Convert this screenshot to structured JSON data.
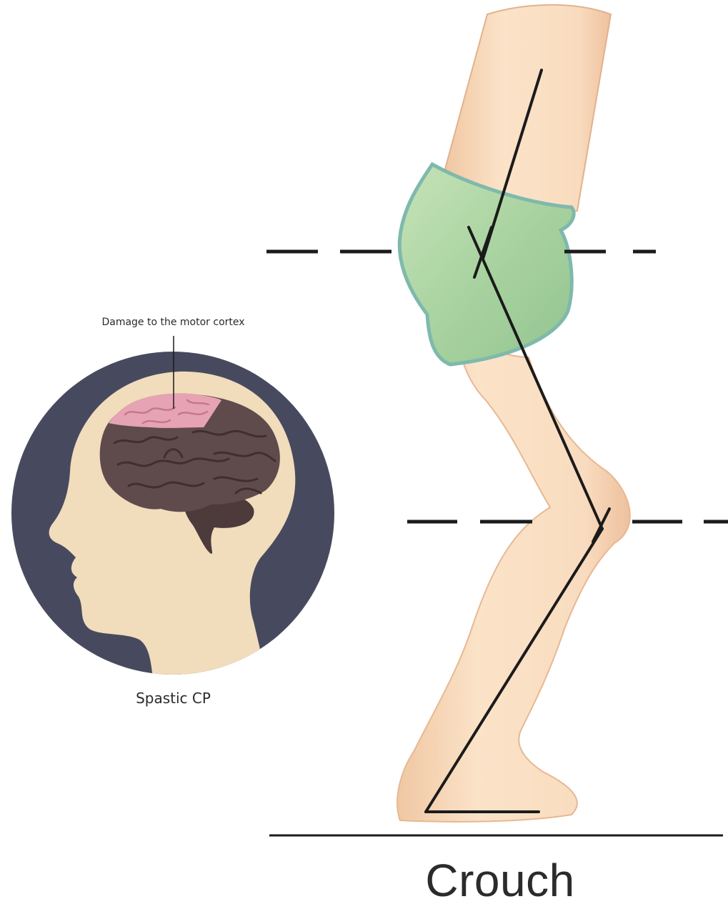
{
  "brain_panel": {
    "callout_label": "Damage to the motor cortex",
    "caption": "Spastic CP"
  },
  "leg_panel": {
    "title": "Crouch"
  },
  "colors": {
    "circle_bg": "#474a5e",
    "skin": "#f1dcbc",
    "brain": "#5f4b4c",
    "motor_cortex": "#e6a3b4",
    "shorts": "#a9d3a0",
    "shorts_edge": "#7fb9ad",
    "leg_skin": "#f8dcbf",
    "line": "#1b1b1b"
  }
}
